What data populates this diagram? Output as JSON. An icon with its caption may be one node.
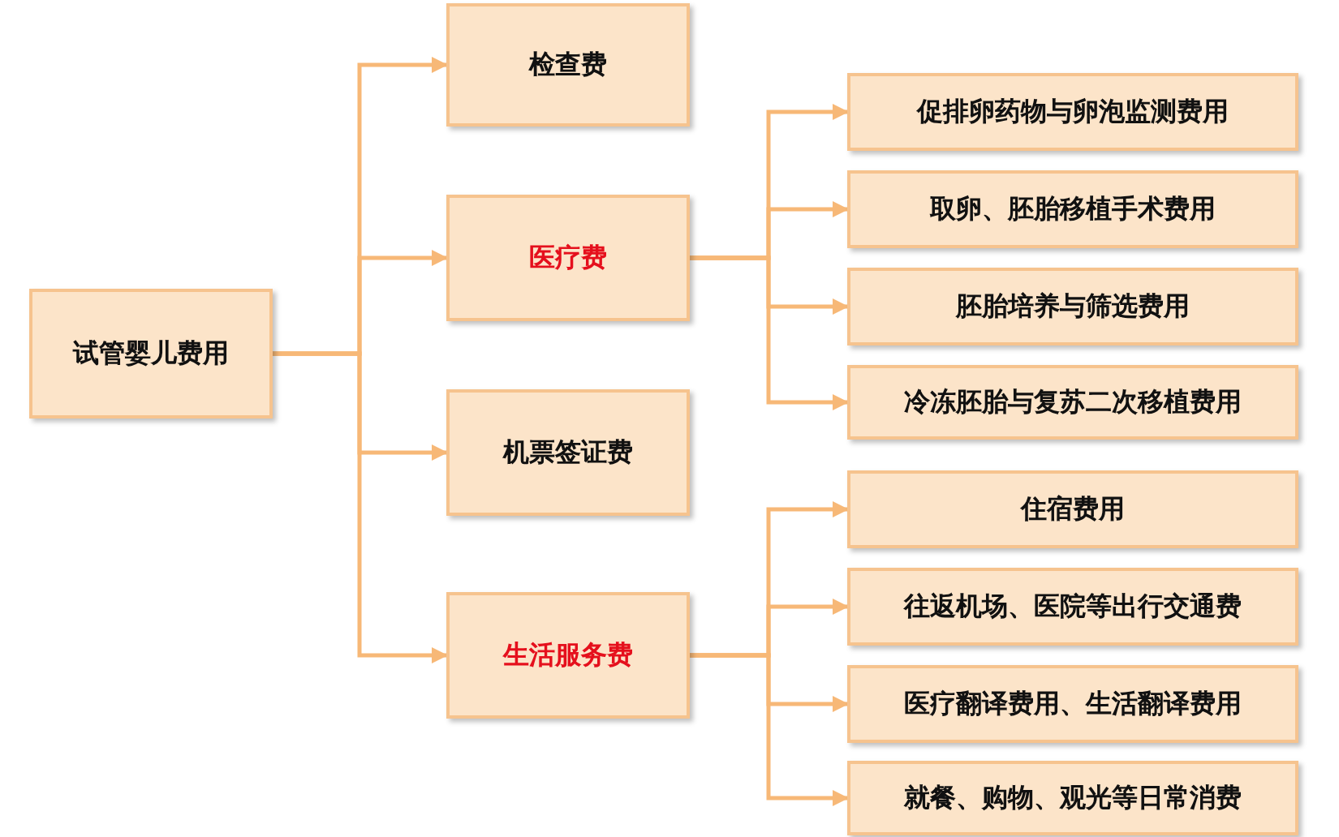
{
  "diagram": {
    "nodes": [
      {
        "text": [
          "试管婴儿费用"
        ]
      },
      {
        "text": [
          "检查费"
        ]
      },
      {
        "text": [
          "医疗费"
        ]
      },
      {
        "text": [
          "促排卵药物与卵泡监测费用"
        ]
      },
      {
        "text": [
          "取卵、胚胎移植手术费用"
        ]
      },
      {
        "text": [
          "胚胎培养与筛选费用"
        ]
      },
      {
        "text": [
          "冷冻胚胎与复苏二次移植费用"
        ]
      },
      {
        "text": [
          "机票签证费"
        ]
      },
      {
        "text": [
          "生活服务费"
        ]
      },
      {
        "text": [
          "住宿费用"
        ]
      },
      {
        "text": [
          "往返机场、医院等出行交通费"
        ]
      },
      {
        "text": [
          "医疗翻译费用、生活翻译费用"
        ]
      },
      {
        "text": [
          "就餐、购物、观光等日常消费"
        ]
      }
    ],
    "edges": [
      {
        "from": 0,
        "to": 1,
        "arrow": "to"
      },
      {
        "from": 0,
        "to": 2,
        "arrow": "to"
      },
      {
        "from": 0,
        "to": 7,
        "arrow": "to"
      },
      {
        "from": 0,
        "to": 8,
        "arrow": "to"
      },
      {
        "from": 2,
        "to": 3,
        "arrow": "to"
      },
      {
        "from": 2,
        "to": 4,
        "arrow": "to"
      },
      {
        "from": 2,
        "to": 5,
        "arrow": "to"
      },
      {
        "from": 2,
        "to": 6,
        "arrow": "to"
      },
      {
        "from": 8,
        "to": 9,
        "arrow": "to"
      },
      {
        "from": 8,
        "to": 10,
        "arrow": "to"
      },
      {
        "from": 8,
        "to": 11,
        "arrow": "to"
      },
      {
        "from": 8,
        "to": 12,
        "arrow": "to"
      }
    ]
  }
}
